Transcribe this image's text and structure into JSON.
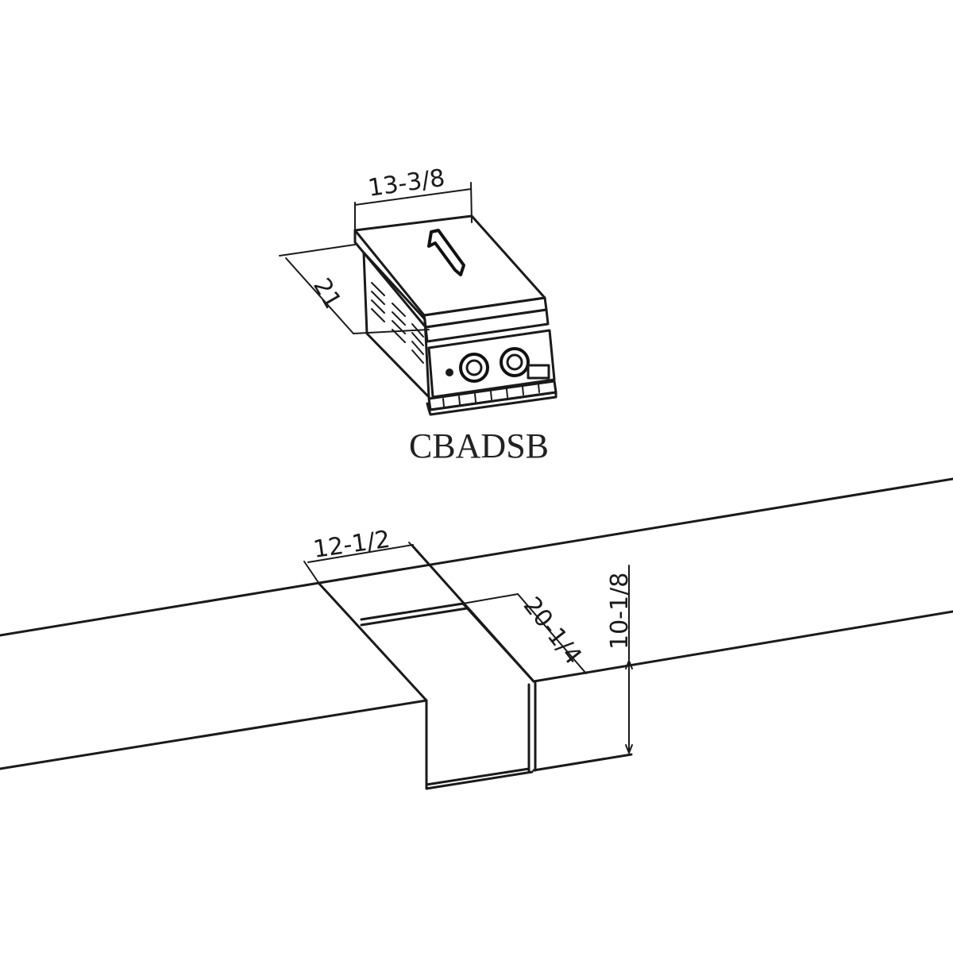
{
  "product": {
    "model": "CBADSB",
    "width_label": "13-3/8",
    "depth_label": "21"
  },
  "cutout": {
    "width_label": "12-1/2",
    "depth_label": "20-1/4",
    "height_label": "10-1/8"
  },
  "colors": {
    "line": "#1a1a1a",
    "background": "#ffffff"
  }
}
